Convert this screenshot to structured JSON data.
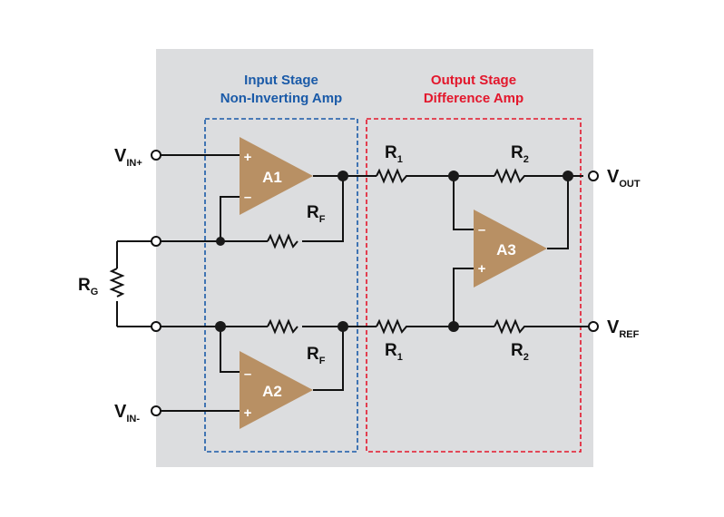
{
  "diagram": {
    "type": "instrumentation-amplifier-schematic",
    "colors": {
      "background": "#dcdddf",
      "opamp_fill": "#b89064",
      "input_stage": "#1a5aa8",
      "output_stage": "#e3172c",
      "wire": "#111111"
    },
    "stages": {
      "input": {
        "title_line1": "Input Stage",
        "title_line2": "Non-Inverting Amp"
      },
      "output": {
        "title_line1": "Output Stage",
        "title_line2": "Difference Amp"
      }
    },
    "opamps": [
      {
        "id": "A1",
        "label": "A1",
        "plus": "+",
        "minus": "–"
      },
      {
        "id": "A2",
        "label": "A2",
        "plus": "+",
        "minus": "–"
      },
      {
        "id": "A3",
        "label": "A3",
        "plus": "+",
        "minus": "–"
      }
    ],
    "resistors": {
      "rf_top": {
        "main": "R",
        "sub": "F"
      },
      "rf_bottom": {
        "main": "R",
        "sub": "F"
      },
      "r1_top": {
        "main": "R",
        "sub": "1"
      },
      "r1_bottom": {
        "main": "R",
        "sub": "1"
      },
      "r2_top": {
        "main": "R",
        "sub": "2"
      },
      "r2_bottom": {
        "main": "R",
        "sub": "2"
      },
      "rg": {
        "main": "R",
        "sub": "G"
      }
    },
    "terminals": {
      "vin_plus": {
        "main": "V",
        "sub": "IN+"
      },
      "vin_minus": {
        "main": "V",
        "sub": "IN-"
      },
      "vout": {
        "main": "V",
        "sub": "OUT"
      },
      "vref": {
        "main": "V",
        "sub": "REF"
      }
    }
  }
}
